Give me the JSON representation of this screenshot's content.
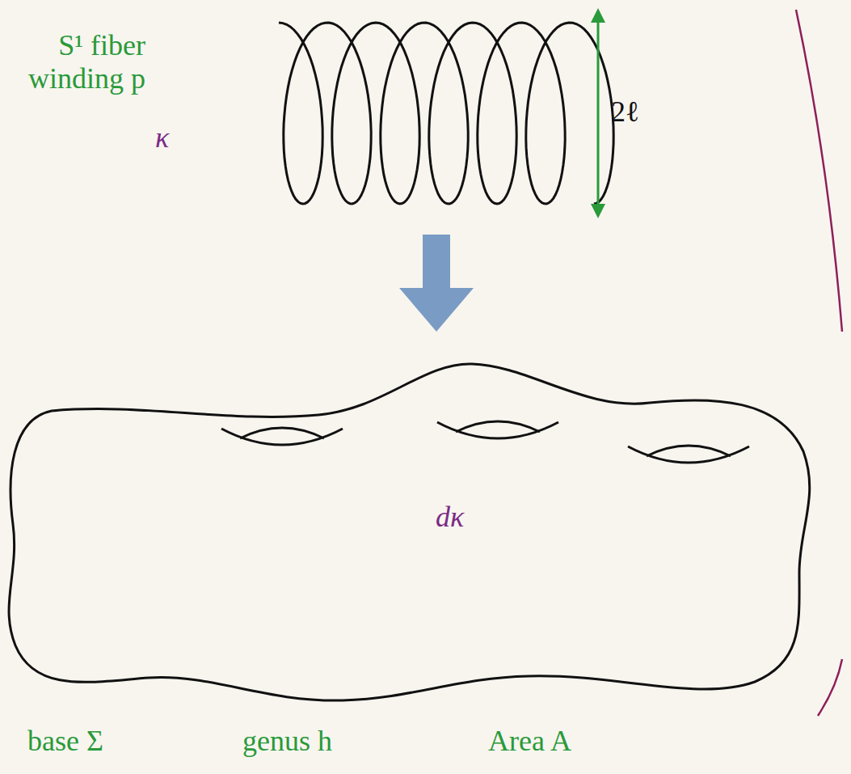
{
  "diagram": {
    "nodes": [
      {
        "text": [
          "dκ"
        ]
      }
    ],
    "labels": [
      "S¹ fiber winding p",
      "κ",
      "2ℓ",
      "base Σ",
      "genus h",
      "Area A"
    ]
  }
}
